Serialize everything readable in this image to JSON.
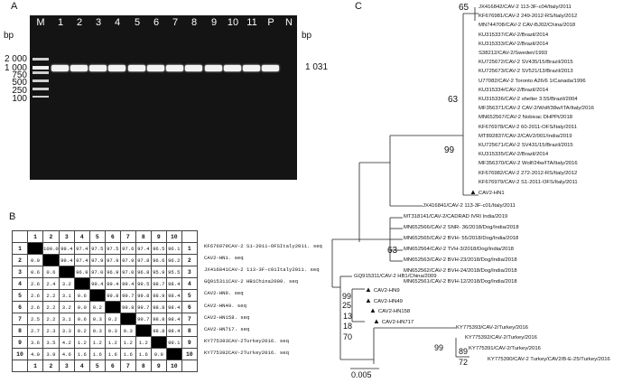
{
  "panels": {
    "a": "A",
    "b": "B",
    "c": "C"
  },
  "gel": {
    "lane_labels": [
      "M",
      "1",
      "2",
      "3",
      "4",
      "5",
      "6",
      "7",
      "8",
      "9",
      "10",
      "11",
      "P",
      "N"
    ],
    "left_unit": "bp",
    "right_unit": "bp",
    "ladder_labels": [
      "2 000",
      "1 000",
      "750",
      "500",
      "250",
      "100"
    ],
    "band_label": "1 031"
  },
  "matrix": {
    "col_headers": [
      "1",
      "2",
      "3",
      "4",
      "5",
      "6",
      "7",
      "8",
      "9",
      "10"
    ],
    "rows": [
      [
        "1",
        "",
        "100.0",
        "99.4",
        "97.4",
        "97.5",
        "97.5",
        "97.6",
        "97.4",
        "96.5",
        "96.1",
        "1"
      ],
      [
        "2",
        "0.0",
        "",
        "99.4",
        "97.4",
        "97.9",
        "97.9",
        "97.9",
        "97.8",
        "96.6",
        "96.2",
        "2"
      ],
      [
        "3",
        "0.6",
        "0.6",
        "",
        "96.9",
        "97.0",
        "96.9",
        "97.0",
        "96.8",
        "95.9",
        "95.5",
        "3"
      ],
      [
        "4",
        "2.6",
        "2.4",
        "3.2",
        "",
        "99.4",
        "99.4",
        "99.4",
        "99.5",
        "98.7",
        "98.4",
        "4"
      ],
      [
        "5",
        "2.6",
        "2.2",
        "3.1",
        "0.6",
        "",
        "99.8",
        "99.7",
        "99.8",
        "98.9",
        "98.4",
        "5"
      ],
      [
        "6",
        "2.6",
        "2.2",
        "3.2",
        "0.0",
        "0.2",
        "",
        "99.8",
        "99.7",
        "98.8",
        "98.4",
        "6"
      ],
      [
        "7",
        "2.5",
        "2.2",
        "3.1",
        "0.6",
        "0.3",
        "0.2",
        "",
        "99.7",
        "98.8",
        "98.4",
        "7"
      ],
      [
        "8",
        "2.7",
        "2.3",
        "3.3",
        "0.2",
        "0.3",
        "0.3",
        "0.3",
        "",
        "98.8",
        "98.4",
        "8"
      ],
      [
        "9",
        "3.6",
        "3.5",
        "4.2",
        "1.2",
        "1.2",
        "1.2",
        "1.2",
        "1.2",
        "",
        "99.1",
        "9"
      ],
      [
        "10",
        "4.0",
        "3.9",
        "4.6",
        "1.6",
        "1.6",
        "1.6",
        "1.6",
        "1.6",
        "0.9",
        "",
        "10"
      ]
    ],
    "seq_names": [
      "KF676979CAV-2 S1-2011-OFSItaly2011. seq",
      "CAV2-HN1. seq",
      "JX416841CAV-2 113-3F-c01Italy2011. seq",
      "GQ915311CAV-2 HB1China2009. seq",
      "CAV2-HN9. seq",
      "CAV2-HN49. seq",
      "CAV2-HN158. seq",
      "CAV2-HN717. seq",
      "KY775393CAV-2Turkey2016. seq",
      "KY775392CAV-2Turkey2016. seq"
    ]
  },
  "tree": {
    "clade1": [
      "JX416842/CAV-2 113-3F-c04/Italy/2011",
      "KF676981/CAV-2 249-2012-RS/Italy/2012",
      "MN744708/CAV-2 CAV-BJ02/China/2018",
      "KU315337/CAV-2/Brazil/2014",
      "KU315333/CAV-2/Brazil/2014",
      "S38212/CAV-2/Sweden/1993",
      "KU725672/CAV-2 SV435/15/Brazil/2015",
      "KU725673/CAV-2 SV521/13/Brazil/2013",
      "U77082/CAV-2 Toronto A26/6 1/Canada/1996",
      "KU315334/CAV-2/Brazil/2014",
      "KU315336/CAV-2 shelter 3.55/Brazil/2004",
      "MF356371/CAV-2 CAV-2/Wolf/38w/ITA/Italy/2016",
      "MN652567/CAV-2 Nobivac DHPPi/2018",
      "KF676978/CAV-2 60-2011-OFS/Italy/2011",
      "MT892837/CAV-2/CAV2/001/India/2019",
      "KU725671/CAV-2 SV431/15/Brazil/2015",
      "KU315335/CAV-2/Brazil/2014",
      "MF356370/CAV-2 Wolf/24w/ITA/Italy/2016",
      "KF676982/CAV-2 272-2012-RS/Italy/2012",
      "KF676979/CAV-2 S1-2011-OFS/Italy/2011",
      "CAV2-HN1",
      "JX416841/CAV-2 113-3F-c01/Italy/2011"
    ],
    "clade2": [
      "MT318141/CAV-2/CADRAD IVRI India/2019",
      "MN652566/CAV-2 SNR- 36/2018/Dog/India/2018",
      "MN652565/CAV-2 BVH- 55/2018/Dog/India/2018",
      "MN652564/CAV-2 TVH-3/2018/Dog/India/2018",
      "MN652563/CAV-2 BVH-23/2018/Dog/India/2018",
      "MN652562/CAV-2 BVH-24/2018/Dog/India/2018",
      "MN652561/CAV-2 BVH-12/2018/Dog/India/2018"
    ],
    "clade3": [
      "GQ915311/CAV-2 HB1/China/2009",
      "CAV2-HN9",
      "CAV2-HN49",
      "CAV2-HN158",
      "CAV2-HN717"
    ],
    "clade4": [
      "KY775393/CAV-2/Turkey/2016",
      "KY775392/CAV-2/Turkey/2016",
      "KY775391/CAV-2/Turkey/2016",
      "KY775390/CAV-2 Turkey/CAV2/B-E-25/Turkey/2016"
    ],
    "bootstrap": [
      "65",
      "63",
      "99",
      "63",
      "99",
      "25",
      "13",
      "18",
      "70",
      "99",
      "89",
      "72"
    ],
    "scale_label": "0.005",
    "marker": "▲"
  }
}
